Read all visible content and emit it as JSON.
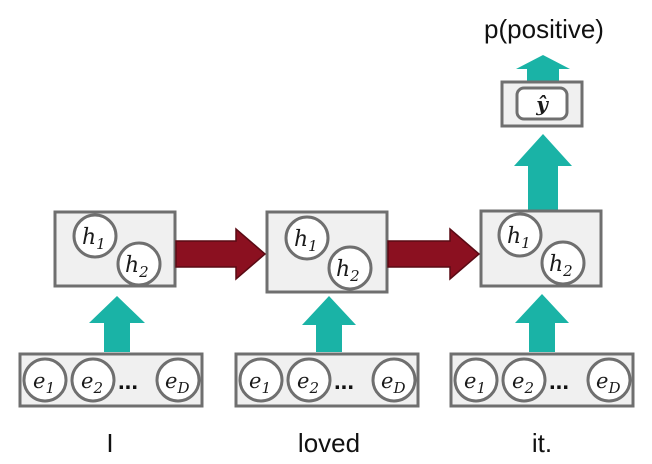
{
  "output": {
    "label": "p(positive)",
    "yhat": "ŷ"
  },
  "hidden": {
    "h": "h",
    "sub1": "1",
    "sub2": "2"
  },
  "embedding": {
    "e": "e",
    "sub1": "1",
    "sub2": "2",
    "subD": "D",
    "ellipsis": "..."
  },
  "words": [
    "I",
    "loved",
    "it."
  ],
  "colors": {
    "up_arrow": "#1ab3a6",
    "right_arrow": "#8b1020",
    "box_fill": "#f0f0f0",
    "box_stroke": "#6f6f6f"
  }
}
